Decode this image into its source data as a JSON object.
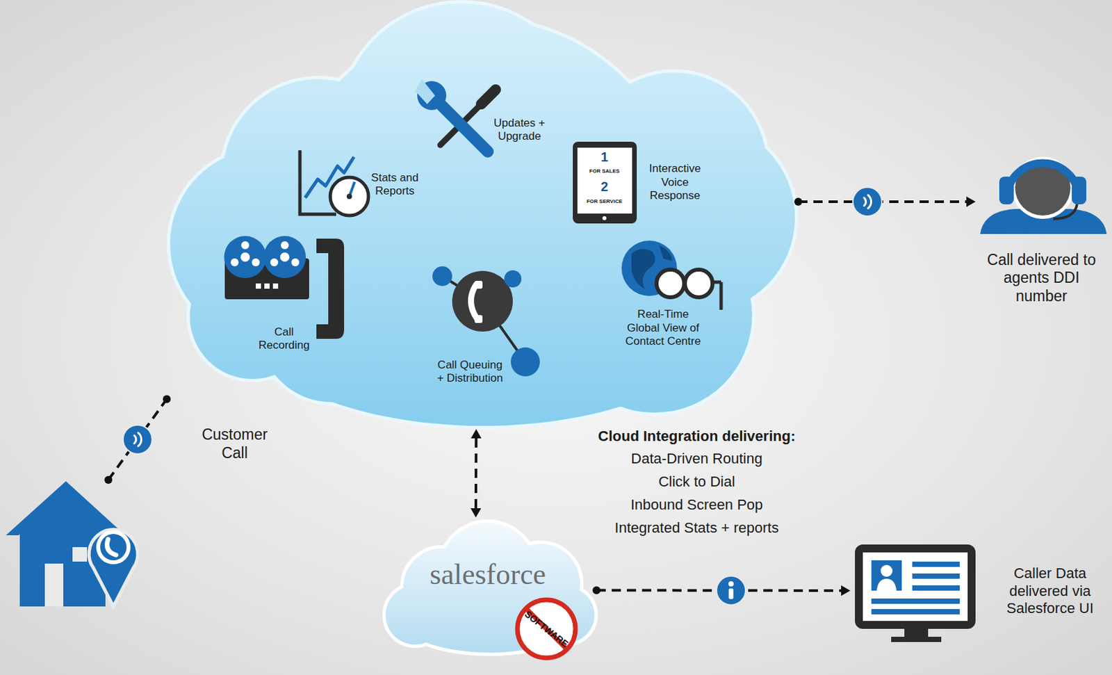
{
  "diagram": {
    "nodes": [
      {
        "text": []
      },
      {
        "text": [
          "Updates + Upgrade"
        ],
        "in": 0
      },
      {
        "text": [
          "Stats and Reports"
        ],
        "in": 0
      },
      {
        "text": [
          "Interactive Voice Response"
        ],
        "in": 0
      },
      {
        "text": [
          "Call Recording"
        ],
        "in": 0
      },
      {
        "text": [
          "Call Queuing + Distribution"
        ],
        "in": 0
      },
      {
        "text": [
          "Real-Time Global View of Contact Centre"
        ],
        "in": 0
      },
      {
        "text": []
      },
      {
        "text": [
          "Call delivered to agents DDI number"
        ]
      },
      {
        "text": [
          "salesforce",
          "SOFTWARE"
        ]
      },
      {
        "text": [
          "Caller Data delivered via Salesforce UI"
        ]
      }
    ],
    "edges": [
      {
        "from": 7,
        "to": 0,
        "label": "Customer Call",
        "arrow": "none"
      },
      {
        "from": 0,
        "to": 8,
        "arrow": "to"
      },
      {
        "from": 0,
        "to": 9,
        "arrow": "both"
      },
      {
        "from": 9,
        "to": 10,
        "arrow": "to"
      }
    ],
    "labels": [
      "Cloud Integration delivering:",
      "Data-Driven Routing",
      "Click to Dial",
      "Inbound Screen Pop",
      "Integrated Stats + reports",
      "1",
      "FOR SALES",
      "2",
      "FOR SERVICE"
    ]
  }
}
